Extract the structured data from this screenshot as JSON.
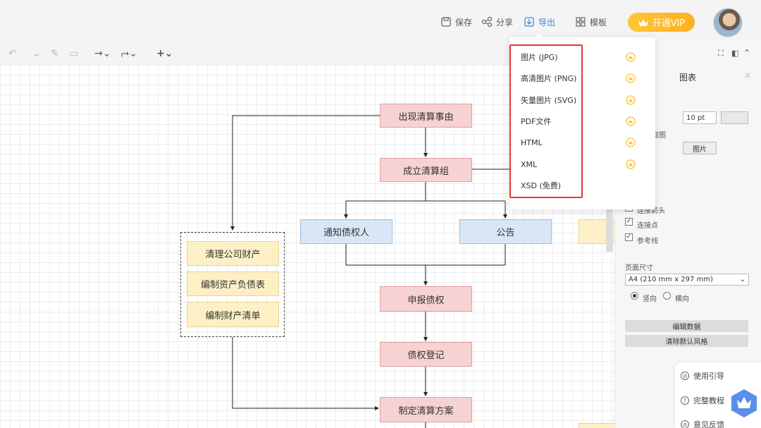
{
  "topbar": {
    "save_label": "保存",
    "share_label": "分享",
    "export_label": "导出",
    "template_label": "模板",
    "vip_label": "开通VIP"
  },
  "export_menu": {
    "items": [
      {
        "label": "图片 (JPG)",
        "vip": true
      },
      {
        "label": "高清图片 (PNG)",
        "vip": true
      },
      {
        "label": "矢量图片 (SVG)",
        "vip": true
      },
      {
        "label": "PDF文件",
        "vip": true
      },
      {
        "label": "HTML",
        "vip": true
      },
      {
        "label": "XML",
        "vip": true
      },
      {
        "label": "XSD (免费)",
        "vip": false
      }
    ],
    "highlight_color": "#e53935"
  },
  "flowchart": {
    "nodes": {
      "n1": "出现清算事由",
      "n2": "成立清算组",
      "n3": "通知债权人",
      "n4": "公告",
      "n5": "申报债权",
      "n6": "债权登记",
      "n7": "制定清算方案",
      "g1": "清理公司财产",
      "g2": "编制资产负债表",
      "g3": "编制财产清单"
    },
    "colors": {
      "red": "#f6d2d2",
      "blue": "#d8e6f6",
      "yellow": "#fdf0c6"
    }
  },
  "right_panel": {
    "tab_label": "图表",
    "view_label": "视图",
    "pt_value": "10 pt",
    "image_button": "图片",
    "connection_arrows": "连接箭头",
    "connection_points": "连接点",
    "guides": "参考线",
    "page_size_label": "页面尺寸",
    "page_size_value": "A4 (210 mm x 297 mm)",
    "portrait": "竖向",
    "landscape": "横向",
    "edit_data": "编辑数据",
    "clear_style": "清除默认风格"
  },
  "help": {
    "guide": "使用引导",
    "tutorial": "完整教程",
    "feedback": "意见反馈"
  }
}
